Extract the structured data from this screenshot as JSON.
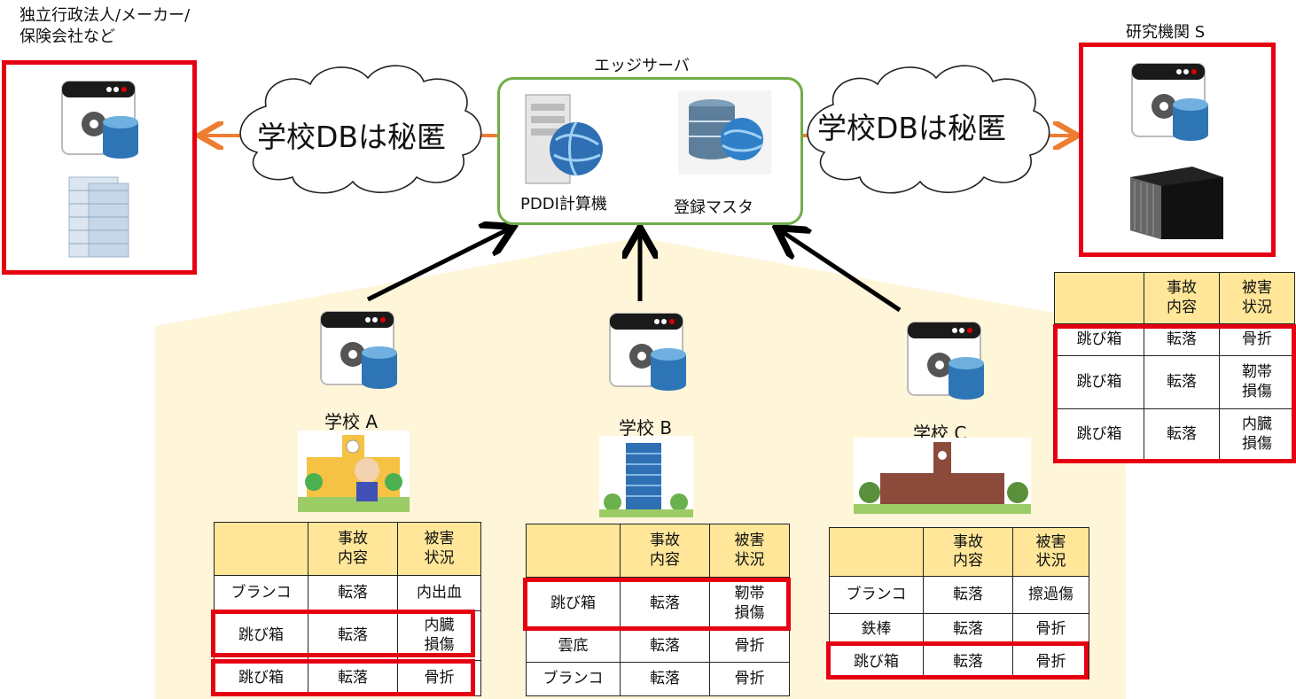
{
  "labels": {
    "agency": "独立行政法人/メーカー/\n保険会社など",
    "edge_server": "エッジサーバ",
    "research": "研究機関 S",
    "pddi": "PDDI計算機",
    "master": "登録マスタ",
    "school_a": "学校 A",
    "school_b": "学校 B",
    "school_c": "学校 C",
    "cloud_left": "学校DBは秘匿",
    "cloud_right": "学校DBは秘匿"
  },
  "table_header": {
    "accident": "事故\n内容",
    "damage": "被害\n状況"
  },
  "tables": {
    "school_a": [
      [
        "ブランコ",
        "転落",
        "内出血"
      ],
      [
        "跳び箱",
        "転落",
        "内臓\n損傷"
      ],
      [
        "跳び箱",
        "転落",
        "骨折"
      ]
    ],
    "school_b": [
      [
        "跳び箱",
        "転落",
        "靭帯\n損傷"
      ],
      [
        "雲底",
        "転落",
        "骨折"
      ],
      [
        "ブランコ",
        "転落",
        "骨折"
      ]
    ],
    "school_c": [
      [
        "ブランコ",
        "転落",
        "擦過傷"
      ],
      [
        "鉄棒",
        "転落",
        "骨折"
      ],
      [
        "跳び箱",
        "転落",
        "骨折"
      ]
    ],
    "research": [
      [
        "跳び箱",
        "転落",
        "骨折"
      ],
      [
        "跳び箱",
        "転落",
        "靭帯\n損傷"
      ],
      [
        "跳び箱",
        "転落",
        "内臓\n損傷"
      ]
    ]
  },
  "colors": {
    "highlight": "#e60012",
    "edge_border": "#70ad47",
    "arrow_orange": "#ed7d31",
    "house_fill": "#fff2cc",
    "header_fill": "#ffe699"
  },
  "icons": [
    "db-app-icon",
    "server-icon",
    "globe-icon",
    "database-globe-icon",
    "building-icon",
    "datacenter-icon",
    "school-icon"
  ]
}
